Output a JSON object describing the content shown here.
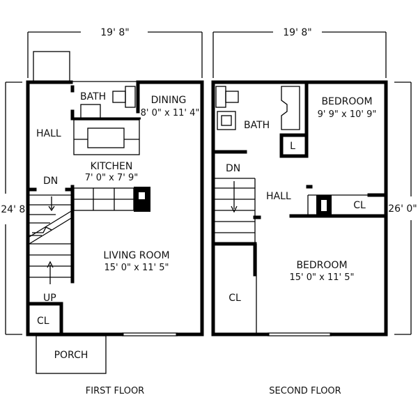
{
  "floors": [
    {
      "caption": "FIRST FLOOR",
      "dimensions": {
        "width": "19' 8\"",
        "height": "24' 8\""
      },
      "rooms": {
        "bath": "BATH",
        "dining": "DINING",
        "dining_size": "8' 0\" x 11' 4\"",
        "hall": "HALL",
        "kitchen": "KITCHEN",
        "kitchen_size": "7' 0\" x 7' 9\"",
        "living": "LIVING ROOM",
        "living_size": "15' 0\" x 11' 5\"",
        "dn": "DN",
        "up": "UP",
        "closet": "CL",
        "porch": "PORCH"
      }
    },
    {
      "caption": "SECOND FLOOR",
      "dimensions": {
        "width": "19' 8\"",
        "height": "26' 0\""
      },
      "rooms": {
        "bath": "BATH",
        "bedroom1": "BEDROOM",
        "bedroom1_size": "9' 9\" x 10' 9\"",
        "linen": "L",
        "dn": "DN",
        "hall": "HALL",
        "closet1": "CL",
        "bedroom2": "BEDROOM",
        "bedroom2_size": "15' 0\" x 11' 5\"",
        "closet2": "CL"
      }
    }
  ]
}
